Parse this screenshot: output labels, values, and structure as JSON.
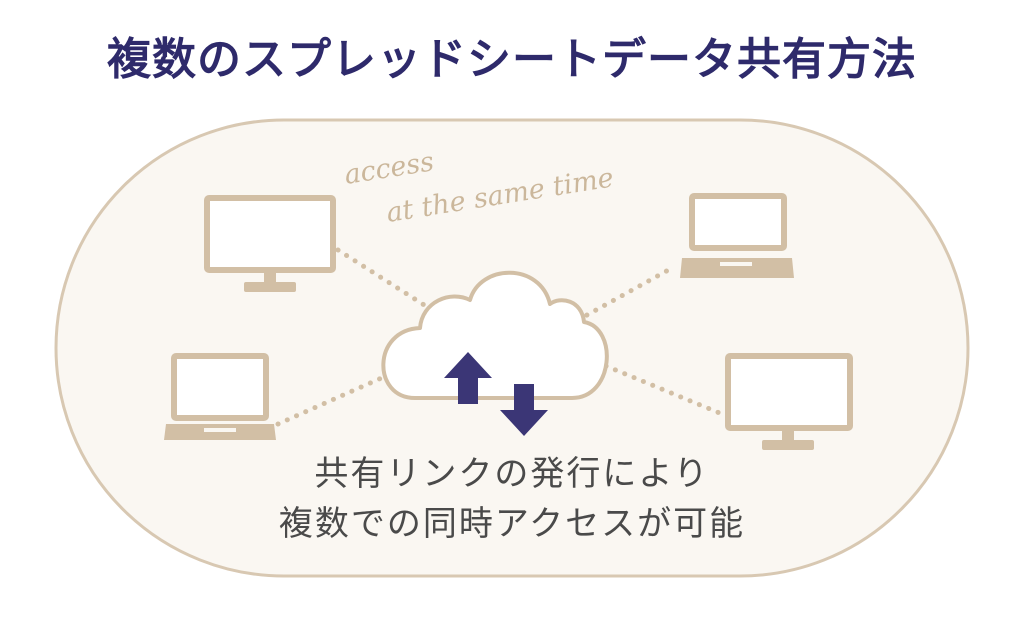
{
  "title": "複数のスプレッドシートデータ共有方法",
  "annotation": {
    "line1": "access",
    "line2": "at the same time"
  },
  "caption": {
    "line1": "共有リンクの発行により",
    "line2": "複数での同時アクセスが可能"
  },
  "devices": [
    {
      "kind": "desktop-monitor",
      "icon": "monitor-icon"
    },
    {
      "kind": "laptop",
      "icon": "laptop-icon"
    },
    {
      "kind": "laptop",
      "icon": "laptop-icon"
    },
    {
      "kind": "desktop-monitor",
      "icon": "monitor-icon"
    }
  ],
  "center_icon": "cloud-sync-icon",
  "colors": {
    "title": "#2e2a6b",
    "accent": "#3b3676",
    "beige": "#d2bfa5",
    "panel_fill": "#faf7f2",
    "panel_border": "#d8c8b2",
    "text": "#4a4a4a",
    "annotation": "#cbb79b"
  }
}
